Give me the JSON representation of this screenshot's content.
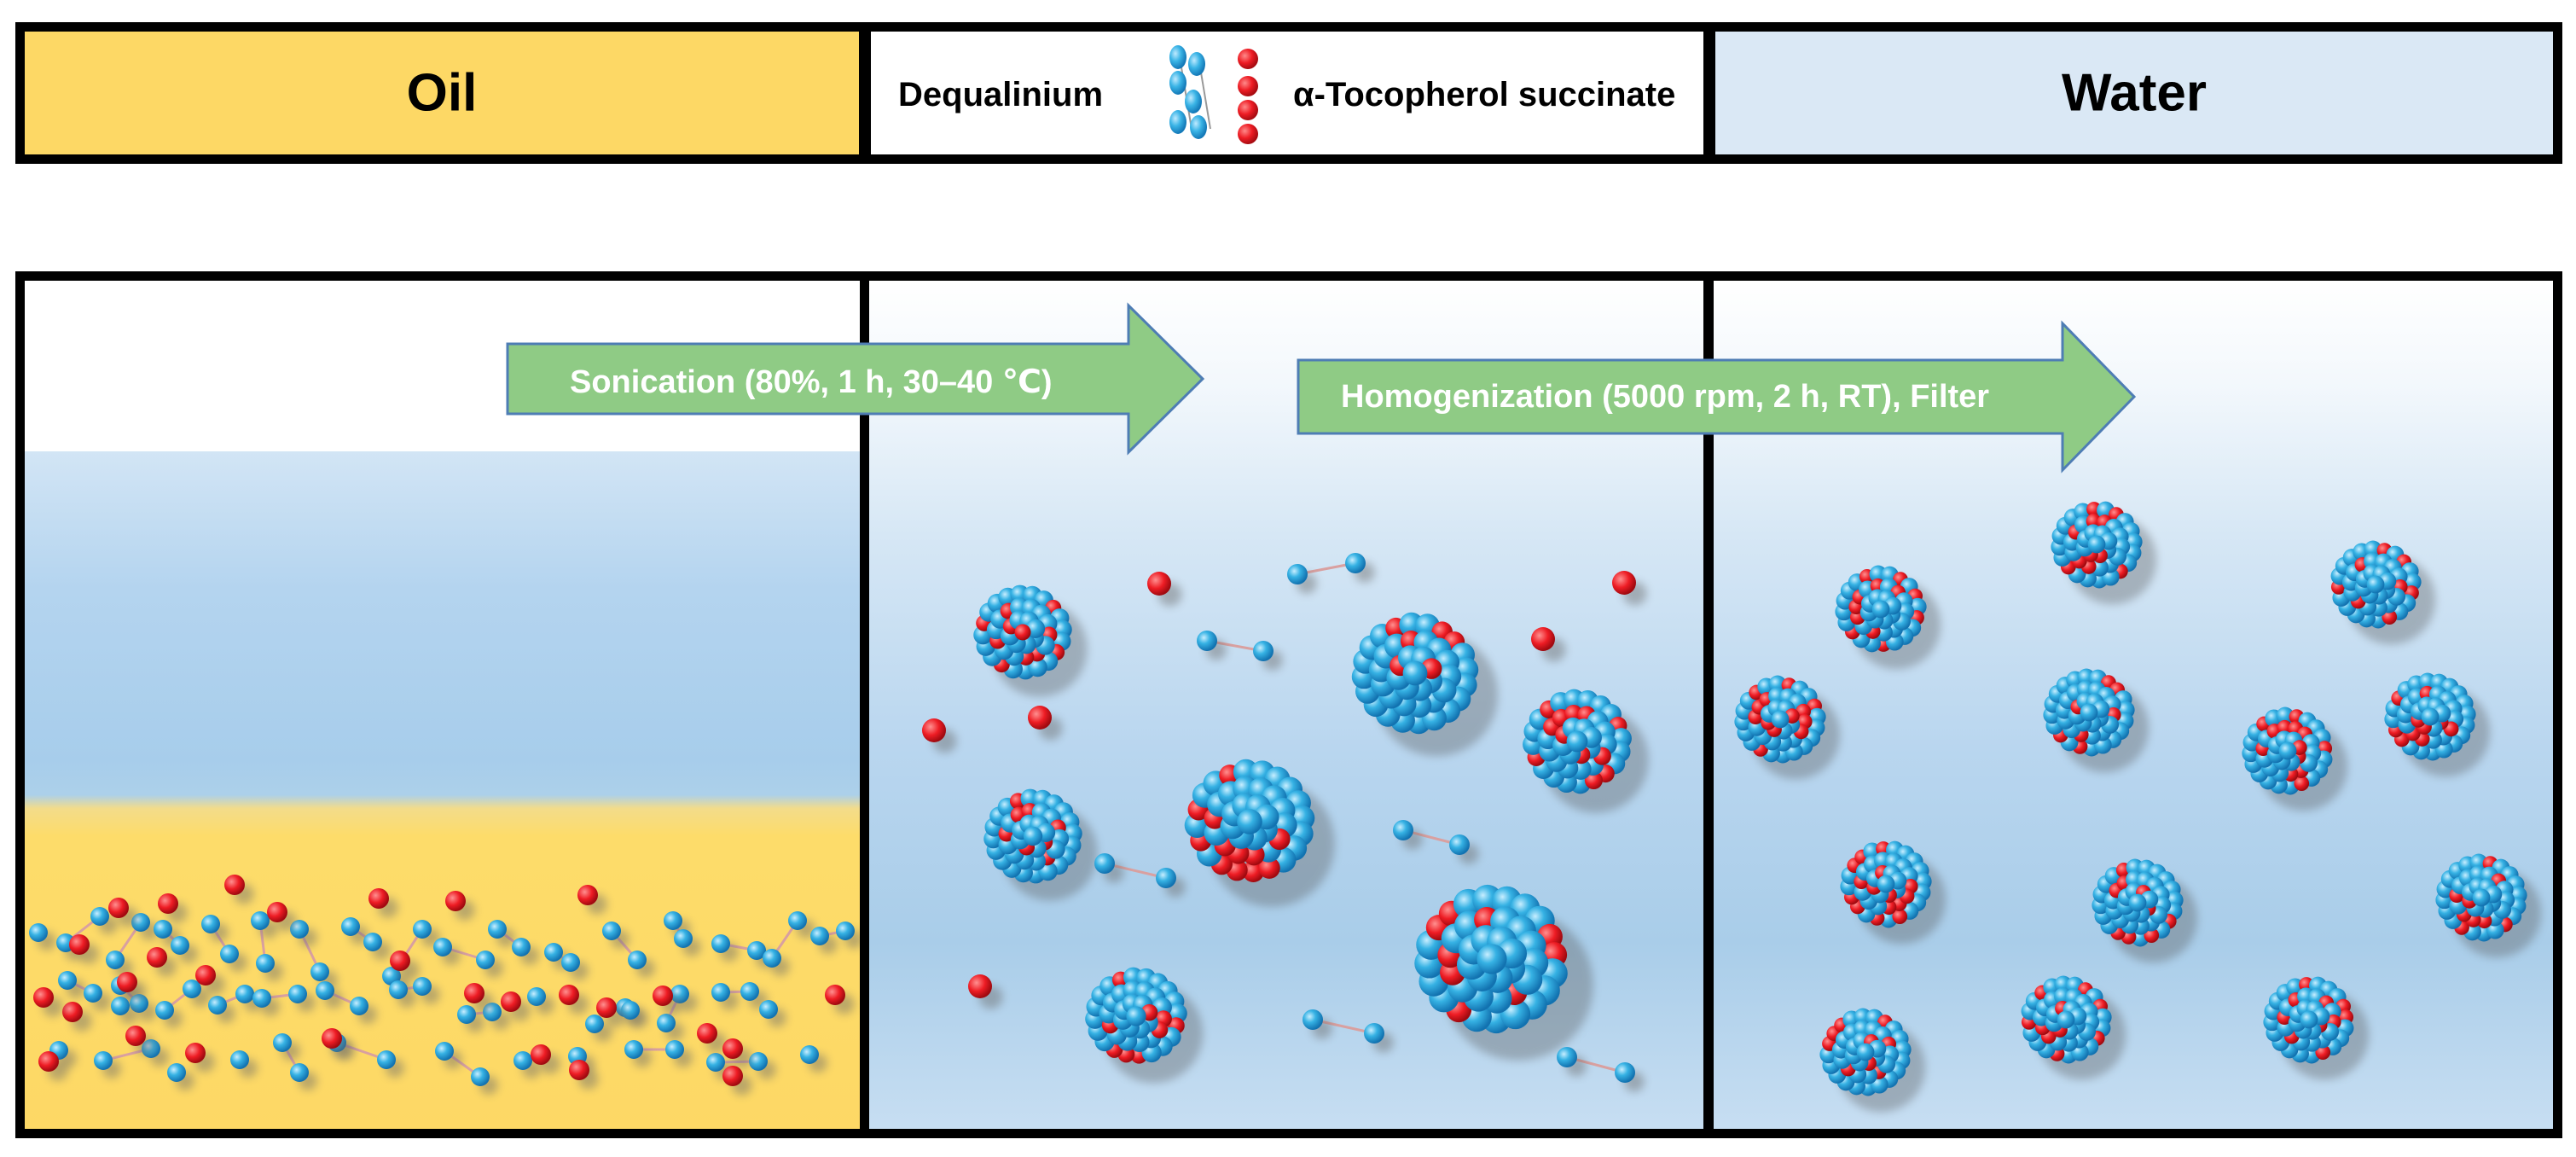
{
  "legend": {
    "oil": "Oil",
    "dequalinium": "Dequalinium",
    "tocopherol": "α-Tocopherol succinate",
    "water": "Water"
  },
  "arrows": {
    "sonication": "Sonication (80%, 1 h, 30–40 ℃)",
    "homogenization": "Homogenization (5000 rpm, 2 h, RT), Filter"
  },
  "colors": {
    "oil": "#FDD865",
    "water_legend": "#DAE8F5",
    "arrow_fill": "#8FCB85",
    "arrow_stroke": "#4E7DB4",
    "dequalinium": "#2FA8DC",
    "tocopherol": "#E8141C"
  }
}
